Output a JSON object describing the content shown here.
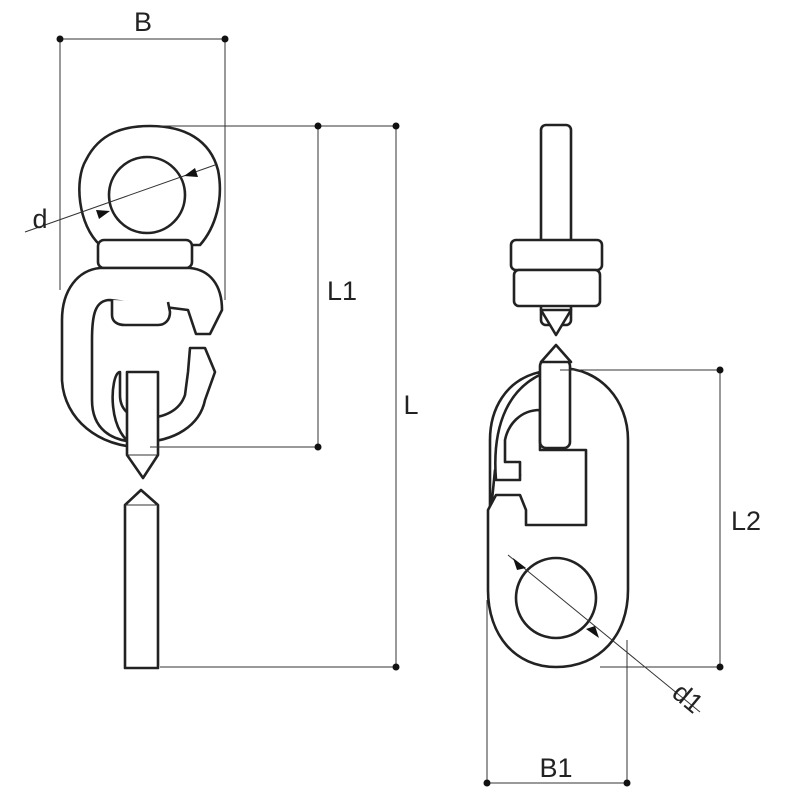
{
  "dimensions": {
    "B": "B",
    "d": "d",
    "L1": "L1",
    "L": "L",
    "L2": "L2",
    "d1": "d1",
    "B1": "B1"
  }
}
